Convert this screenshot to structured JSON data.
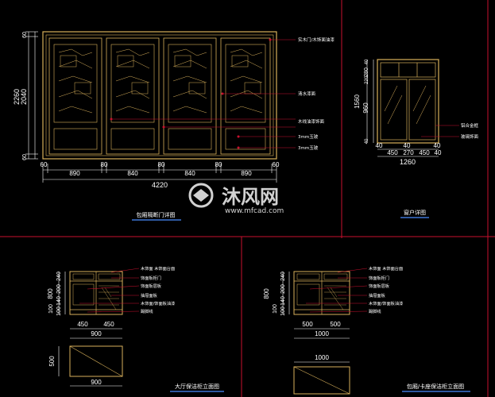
{
  "drawing": {
    "background": "#000000",
    "colors": {
      "frame_line": "#c8102e",
      "outline": "#d9b15b",
      "dim": "#ffffff",
      "leader": "#c8102e",
      "title_underline": "#4a8cff"
    },
    "watermark": {
      "brand_cn": "沐风网",
      "url": "www.mfcad.com"
    },
    "panel_titles": {
      "partition_door": "包厢隔断门详图",
      "window": "窗户详图",
      "hall_cabinet": "大厅保洁柜立面图",
      "room_cabinet": "包厢/卡座保洁柜立面图"
    },
    "door": {
      "bottom_dims": [
        "60",
        "890",
        "80",
        "840",
        "80",
        "840",
        "80",
        "890",
        "60"
      ],
      "overall_width": "4220",
      "left_dims": [
        "2260",
        "2040",
        "60",
        "60"
      ],
      "callouts": [
        "实木门/木饰面油漆",
        "清水漆面",
        "木线油漆饰面",
        "3mm玉玻",
        "3mm玉玻"
      ]
    },
    "window": {
      "top_dims_left": [
        "1560",
        "960",
        "280",
        "40",
        "220",
        "40"
      ],
      "bottom_dims_top": [
        "40",
        "40",
        "40"
      ],
      "bottom_dims": [
        "450",
        "270",
        "450",
        "40"
      ],
      "overall_width": "1260",
      "callouts": [
        "铝合金框",
        "玻璃饰面"
      ]
    },
    "hall_cabinet": {
      "left_dims": [
        "800",
        "200",
        "240",
        "140",
        "100",
        "100"
      ],
      "plan_left_dim": "500",
      "top_dims": [
        "450",
        "450"
      ],
      "total_top": "900",
      "total_bottom": "900",
      "callouts": [
        "木饰面 木饰面台面",
        "饰面板柜门",
        "饰面板层板",
        "抽屉面板",
        "木饰面/饰面板油漆",
        "踢脚线"
      ]
    },
    "room_cabinet": {
      "left_dims": [
        "800",
        "200",
        "240",
        "140",
        "100",
        "100"
      ],
      "top_dims": [
        "500",
        "500"
      ],
      "total_top": "1000",
      "plan_dim": "1000",
      "callouts": [
        "木饰面 木饰面台面",
        "饰面板柜门",
        "饰面板层板",
        "抽屉面板",
        "木饰面/饰面板油漆",
        "踢脚线"
      ]
    }
  }
}
